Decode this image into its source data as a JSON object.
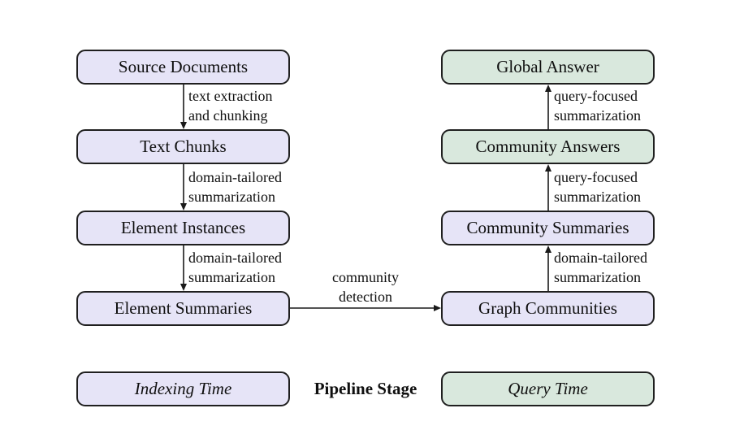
{
  "colors": {
    "background": "#ffffff",
    "indexing_fill": "#e6e4f7",
    "query_fill": "#d9e8dd",
    "node_border": "#1f1f1f",
    "arrow": "#1a1a1a",
    "text": "#0f0f0f"
  },
  "indexing_column": {
    "nodes": [
      "Source Documents",
      "Text Chunks",
      "Element Instances",
      "Element Summaries"
    ],
    "edge_labels": [
      "text extraction\nand chunking",
      "domain-tailored\nsummarization",
      "domain-tailored\nsummarization"
    ],
    "stage_label": "Indexing Time"
  },
  "query_column": {
    "nodes": [
      "Global Answer",
      "Community Answers",
      "Community Summaries",
      "Graph Communities"
    ],
    "edge_labels": [
      "query-focused\nsummarization",
      "query-focused\nsummarization",
      "domain-tailored\nsummarization"
    ],
    "stage_label": "Query Time"
  },
  "cross_edge_label": "community\ndetection",
  "legend_title": "Pipeline Stage"
}
